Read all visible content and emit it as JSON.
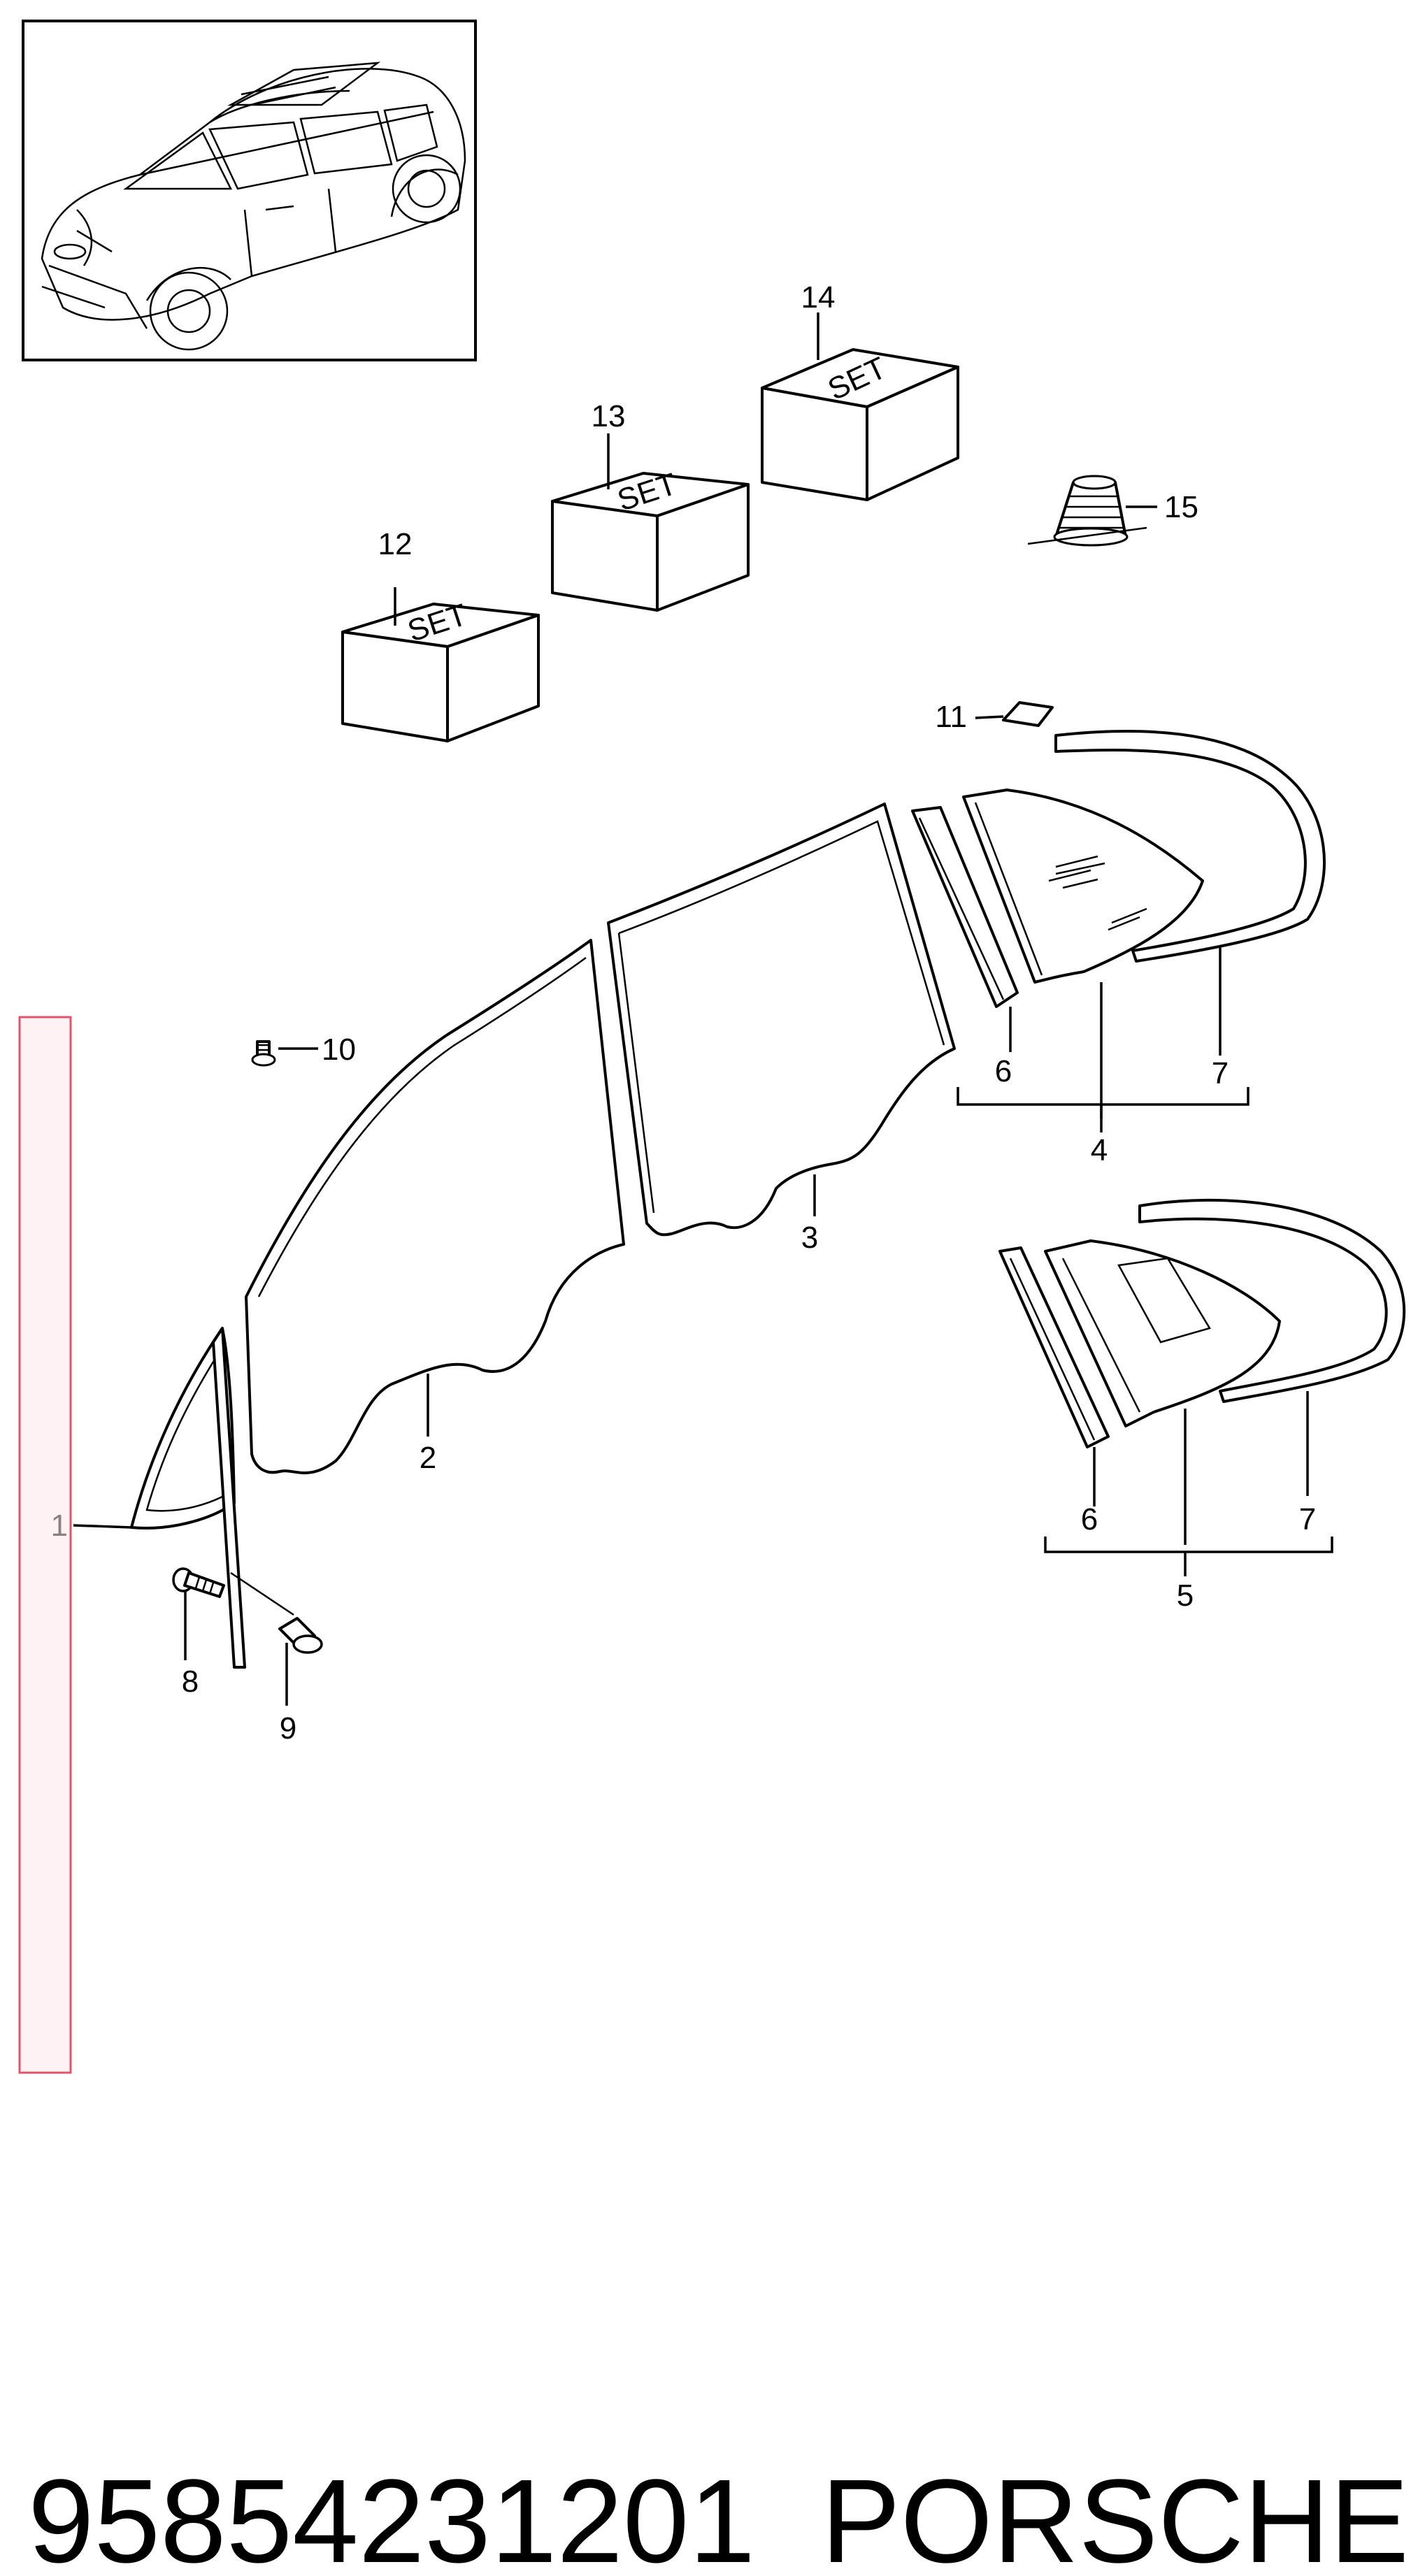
{
  "callouts": {
    "c1": "1",
    "c2": "2",
    "c3": "3",
    "c4": "4",
    "c5": "5",
    "c6a": "6",
    "c6b": "6",
    "c7a": "7",
    "c7b": "7",
    "c8": "8",
    "c9": "9",
    "c10": "10",
    "c11": "11",
    "c12": "12",
    "c13": "13",
    "c14": "14",
    "c15": "15"
  },
  "set_labels": {
    "s12": "SET",
    "s13": "SET",
    "s14": "SET"
  },
  "footer": {
    "part_number": "95854231201",
    "brand": "PORSCHE"
  },
  "colors": {
    "highlight_fill": "#fde8ec",
    "highlight_stroke": "#e2546a",
    "line": "#000000"
  }
}
